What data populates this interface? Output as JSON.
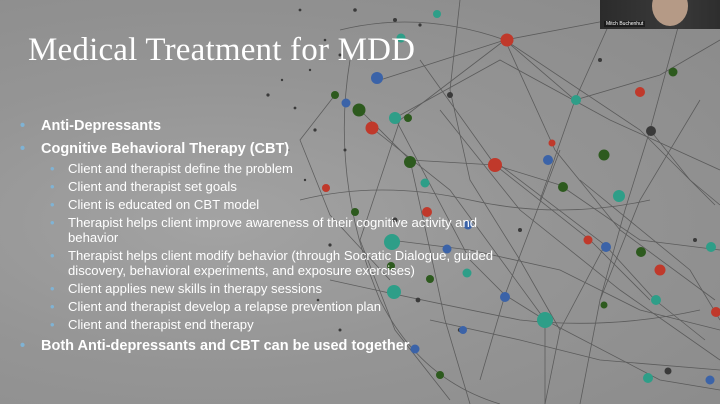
{
  "slide": {
    "title": "Medical Treatment for MDD",
    "bullets": [
      {
        "text": "Anti-Depressants",
        "sub": []
      },
      {
        "text": "Cognitive Behavioral Therapy (CBT)",
        "sub": [
          "Client and therapist define the problem",
          "Client and therapist set goals",
          "Client is educated on CBT model",
          "Therapist helps client improve awareness of their cognitive activity and behavior",
          "Therapist helps client modify behavior (through Socratic Dialogue, guided discovery, behavioral experiments, and exposure exercises)",
          "Client applies new skills in therapy sessions",
          "Client and therapist develop a relapse prevention plan",
          "Client and therapist end therapy"
        ]
      },
      {
        "text": "Both Anti-depressants and CBT can be used together",
        "sub": []
      }
    ],
    "bullet_glyph": "•",
    "bullet_color": "#7fb3d5"
  },
  "camera": {
    "participant_name": "Mitch Buchenhut"
  }
}
